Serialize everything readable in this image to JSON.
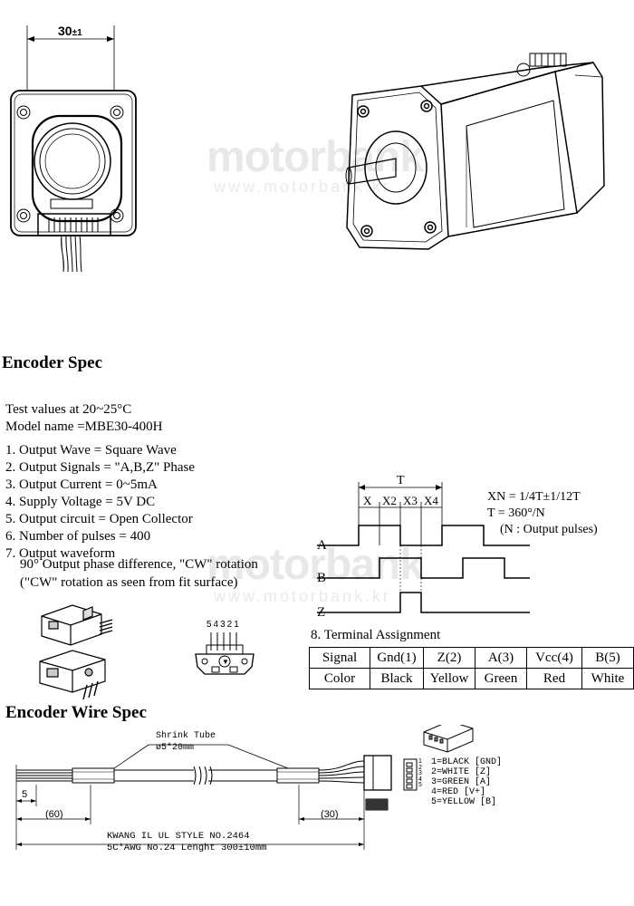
{
  "watermark": {
    "brand": "motorbank",
    "url": "www.motorbank.kr"
  },
  "front_view": {
    "dimension": "30",
    "tolerance": "±1"
  },
  "encoder_spec": {
    "title": "Encoder Spec",
    "test_values": "Test values at 20~25°C",
    "model": "Model name =MBE30-400H",
    "items": [
      "1. Output Wave  =  Square Wave",
      "2. Output Signals  =  \"A,B,Z\" Phase",
      "3. Output Current  =  0~5mA",
      "4. Supply Voltage  =  5V DC",
      "5. Output circuit  =  Open Collector",
      "6. Number of pulses  =  400",
      "7. Output waveform"
    ],
    "waveform_note_1": "90° Output phase difference, \"CW\" rotation",
    "waveform_note_2": "(\"CW\" rotation as seen from fit surface)"
  },
  "waveform": {
    "period_label": "T",
    "segment_labels": [
      "X",
      "X2",
      "X3",
      "X4"
    ],
    "channels": [
      "A",
      "B",
      "Z"
    ],
    "formula_1": "XN = 1/4T±1/12T",
    "formula_2": "T  =  360°/N",
    "formula_3": "(N : Output pulses)"
  },
  "connector": {
    "pin_label": "54321"
  },
  "terminal": {
    "title": "8. Terminal Assignment",
    "row_headers": [
      "Signal",
      "Color"
    ],
    "signals": [
      "Gnd(1)",
      "Z(2)",
      "A(3)",
      "Vcc(4)",
      "B(5)"
    ],
    "colors": [
      "Black",
      "Yellow",
      "Green",
      "Red",
      "White"
    ]
  },
  "wire_spec": {
    "title": "Encoder Wire Spec",
    "shrink_tube": "Shrink Tube",
    "shrink_dim": "ø5*20mm",
    "dim_5": "5",
    "dim_60": "(60)",
    "dim_30": "(30)",
    "cable_line_1": "KWANG IL UL STYLE NO.2464",
    "cable_line_2": "5C*AWG No.24 Lenght 300±10mm",
    "pin_numbers": [
      "1",
      "2",
      "3",
      "4",
      "5"
    ],
    "pin_labels": [
      "1=BLACK [GND]",
      "2=WHITE [Z]",
      "3=GREEN [A]",
      "4=RED [V+]",
      "5=YELLOW [B]"
    ]
  }
}
